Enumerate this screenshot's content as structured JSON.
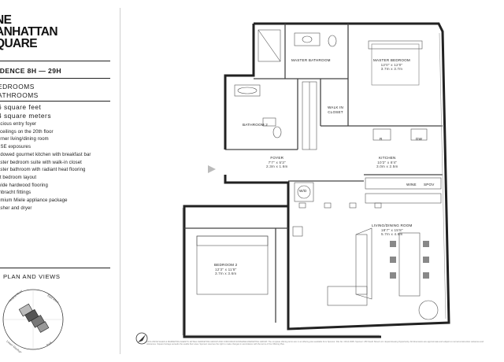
{
  "brand": {
    "logo_lines": [
      "NE",
      "ANHATTAN",
      "QUARE"
    ]
  },
  "residence": {
    "title": "IDENCE 8H — 29H",
    "bedrooms": "EDROOMS",
    "bathrooms": "ATHROOMS",
    "sqft": "6 square feet",
    "sqm": "4 square meters"
  },
  "features": [
    "acious entry foyer",
    "' ceilings on the 20th floor",
    "orner living/dining room",
    "/ SE exposures",
    "ndowed gourmet kitchen with breakfast bar",
    "aster bedroom suite with walk-in closet",
    "aster bathroom with radiant heat flooring",
    "lit bedroom layout",
    "wide hardwood flooring",
    "mbracht fittings",
    "emium Miele appliance package",
    "asher and dryer"
  ],
  "plan_link": "PLAN AND VIEWS",
  "compass": {
    "labels": [
      "Hudson River",
      "East River",
      "Lower Manhattan",
      "Park"
    ]
  },
  "rooms": {
    "master_bathroom": {
      "name": "MASTER BATHROOM"
    },
    "master_bedroom": {
      "name": "MASTER BEDROOM",
      "dim": "12'0\" x 12'0\"",
      "dim_m": "3.7m x 3.7m"
    },
    "bathroom2": {
      "name": "BATHROOM 2"
    },
    "walk_in_closet": {
      "name": "WALK IN CLOSET"
    },
    "foyer": {
      "name": "FOYER",
      "dim": "7'7\" x 5'3\"",
      "dim_m": "2.3m x 1.6m"
    },
    "kitchen": {
      "name": "KITCHEN",
      "dim": "10'2\" x 8'4\"",
      "dim_m": "3.0m x 2.5m"
    },
    "bedroom2": {
      "name": "BEDROOM 2",
      "dim": "12'3\" x 11'8\"",
      "dim_m": "3.7m x 3.6m"
    },
    "living": {
      "name": "LIVING/DINING ROOM",
      "dim": "18'7\" x 15'8\"",
      "dim_m": "5.7m x 4.8m"
    },
    "wd": {
      "name": "W/D"
    },
    "appliances": {
      "r": "R",
      "dw": "DW",
      "wine": "WINE",
      "spov": "SPOV"
    }
  },
  "fine_print": "EXCLUSIVE SALES & MARKETING AGENTS: EXTELL MARKETING GROUP AND CORCORAN SUNSHINE MARKETING GROUP. The complete offering terms are in an offering plan available from Sponsor. File No. CD14-0305. Sponsor: 250 South Street LLC. Equal Housing Opportunity. All dimensions are approximate and subject to normal construction variances and tolerances. Square footage exceeds the usable floor area. Sponsor reserves the right to make changes in accordance with the terms of the Offering Plan."
}
